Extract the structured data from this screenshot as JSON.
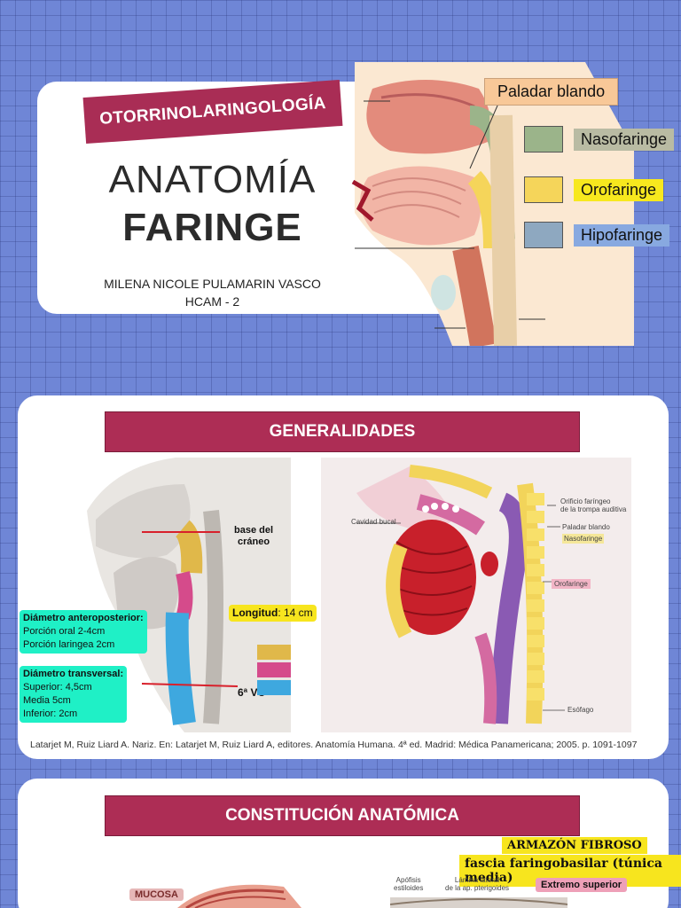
{
  "cover": {
    "tag": "OTORRINOLARINGOLOGÍA",
    "title_top": "ANATOMÍA",
    "title_bottom": "FARINGE",
    "author": "MILENA NICOLE PULAMARIN VASCO",
    "course": "HCAM - 2",
    "legend": [
      {
        "label": "Paladar blando",
        "color": "#f8c898",
        "swatch": false
      },
      {
        "label": "Nasofaringe",
        "color": "#9bb48a"
      },
      {
        "label": "Orofaringe",
        "color": "#f5d55a"
      },
      {
        "label": "Hipofaringe",
        "color": "#8ea8c0"
      }
    ]
  },
  "generalidades": {
    "banner": "GENERALIDADES",
    "labels": {
      "base_craneo_1": "base del",
      "base_craneo_2": "cráneo",
      "longitud_key": "Longitud",
      "longitud_val": ": 14 cm",
      "sexta_vc": "6ª VC",
      "ap_title": "Diámetro anteroposterior:",
      "ap_oral": "Porción oral 2-4cm",
      "ap_laringea": "Porción laringea 2cm",
      "tr_title": "Diámetro transversal:",
      "tr_sup": "Superior: 4,5cm",
      "tr_media": "Media 5cm",
      "tr_inf": "Inferior: 2cm"
    },
    "right_labels": {
      "cavidad": "Cavidad bucal",
      "orificio_1": "Orificio faríngeo",
      "orificio_2": "de la trompa auditiva",
      "paladar": "Paladar blando",
      "naso": "Nasofaringe",
      "oro": "Orofaringe",
      "esofago": "Esófago"
    },
    "swatches": [
      "#e0b84a",
      "#d54b8b",
      "#3ea8df"
    ],
    "citation": "Latarjet M, Ruiz Liard A. Nariz. En: Latarjet M, Ruiz Liard A, editores. Anatomía Humana. 4ª ed. Madrid: Médica Panamericana; 2005. p. 1091-1097"
  },
  "constitucion": {
    "banner": "CONSTITUCIÓN ANATÓMICA",
    "armazon": "ARMAZÓN FIBROSO",
    "fascia": "fascia faringobasilar (túnica media)",
    "extremo": "Extremo superior",
    "mucosa": "MUCOSA",
    "apofisis_1": "Apófisis",
    "apofisis_2": "estiloides",
    "lamina_1": "Lámina lateral",
    "lamina_2": "de la ap. pterigoides"
  }
}
